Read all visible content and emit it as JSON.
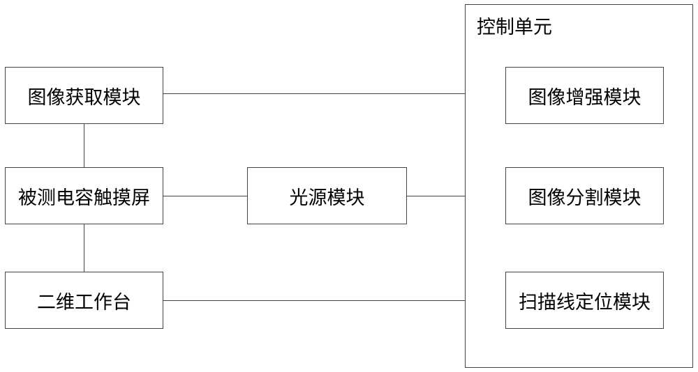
{
  "diagram": {
    "modules": {
      "image_acquisition": "图像获取模块",
      "touchscreen": "被测电容触摸屏",
      "worktable": "二维工作台",
      "light_source": "光源模块"
    },
    "control_unit": {
      "title": "控制单元",
      "submodules": {
        "enhancement": "图像增强模块",
        "segmentation": "图像分割模块",
        "scanline": "扫描线定位模块"
      }
    }
  }
}
